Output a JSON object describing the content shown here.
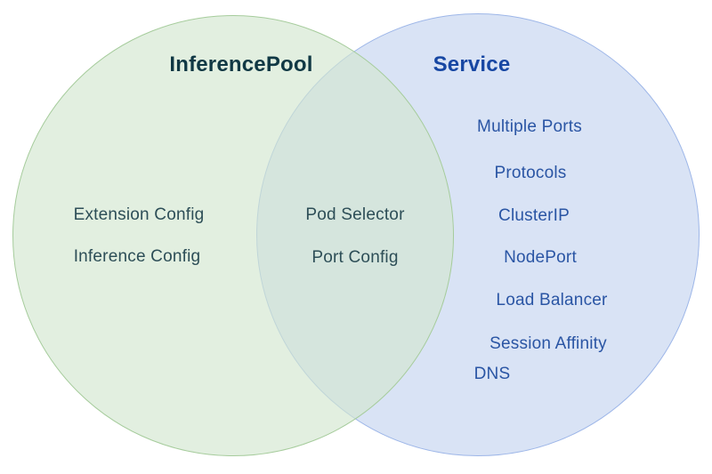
{
  "venn": {
    "left_circle": {
      "title": "InferencePool",
      "fill_color": "#e4f0e2",
      "border_color": "#a6cc9c",
      "title_color": "#103844",
      "item_color": "#2d4e57",
      "items": [
        "Extension Config",
        "Inference Config"
      ]
    },
    "intersection": {
      "fill_color": "#d7e7dd",
      "item_color": "#2d4e57",
      "items": [
        "Pod Selector",
        "Port Config"
      ]
    },
    "right_circle": {
      "title": "Service",
      "fill_color": "#d9e3f5",
      "border_color": "#9db6e8",
      "title_color": "#1747a3",
      "item_color": "#2a55a4",
      "items": [
        "Multiple Ports",
        "Protocols",
        "ClusterIP",
        "NodePort",
        "Load Balancer",
        "Session Affinity",
        "DNS"
      ]
    }
  }
}
